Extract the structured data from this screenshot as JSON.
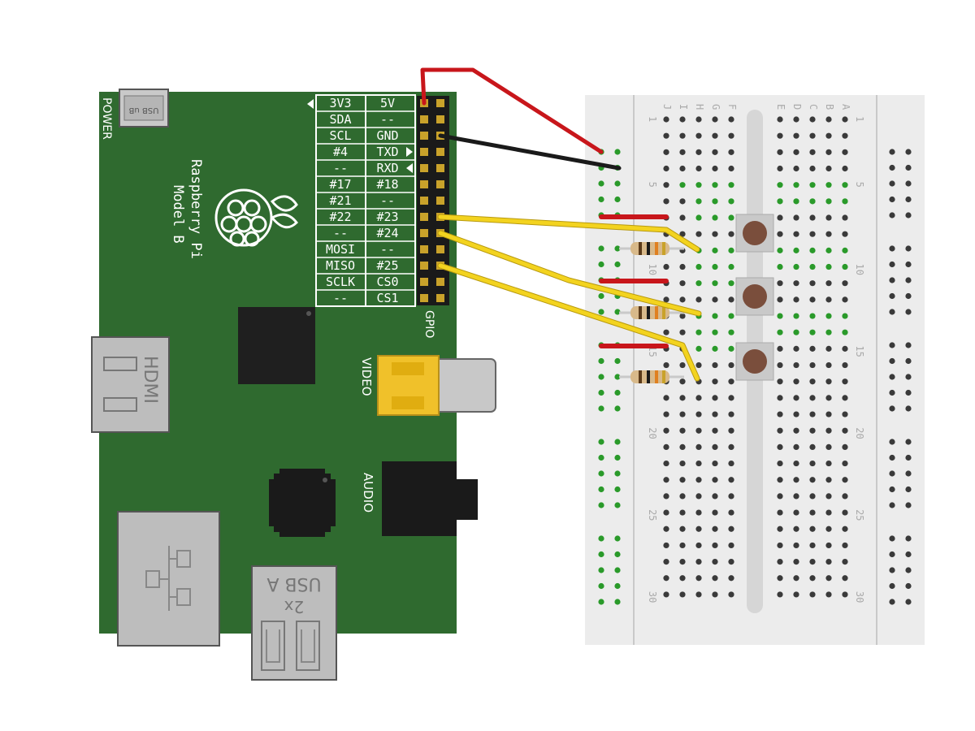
{
  "pi": {
    "power_label": "POWER",
    "usb_b_label": "USB uB",
    "name_line1": "Raspberry Pi",
    "name_line2": "Model B",
    "hdmi_label": "HDMI",
    "video_label": "VIDEO",
    "audio_label": "AUDIO",
    "usb_a_label": "USB A",
    "usb_a_count": "2x",
    "gpio_label": "GPIO",
    "gpio_pins": [
      {
        "left": "3V3",
        "right": "5V"
      },
      {
        "left": "SDA",
        "right": "--"
      },
      {
        "left": "SCL",
        "right": "GND"
      },
      {
        "left": "#4",
        "right": "TXD"
      },
      {
        "left": "--",
        "right": "RXD"
      },
      {
        "left": "#17",
        "right": "#18"
      },
      {
        "left": "#21",
        "right": "--"
      },
      {
        "left": "#22",
        "right": "#23"
      },
      {
        "left": "--",
        "right": "#24"
      },
      {
        "left": "MOSI",
        "right": "--"
      },
      {
        "left": "MISO",
        "right": "#25"
      },
      {
        "left": "SCLK",
        "right": "CS0"
      },
      {
        "left": "--",
        "right": "CS1"
      }
    ]
  },
  "breadboard": {
    "columns_left": [
      "J",
      "I",
      "H",
      "G",
      "F"
    ],
    "columns_right": [
      "E",
      "D",
      "C",
      "B",
      "A"
    ],
    "row_numbers": [
      "1",
      "5",
      "10",
      "15",
      "20",
      "25",
      "30"
    ]
  },
  "colors": {
    "pcb": "#2f6a2f",
    "wire_red": "#c8161b",
    "wire_black": "#1a1a1a",
    "wire_yellow": "#f3d31f",
    "breadboard": "#ececec",
    "hole": "#3a3a3a",
    "hole_connected": "#2a9a2a",
    "button_cap": "#7a4e3c"
  },
  "icons": {
    "pi_logo": "raspberry-logo-icon",
    "ethernet": "network-icon"
  }
}
